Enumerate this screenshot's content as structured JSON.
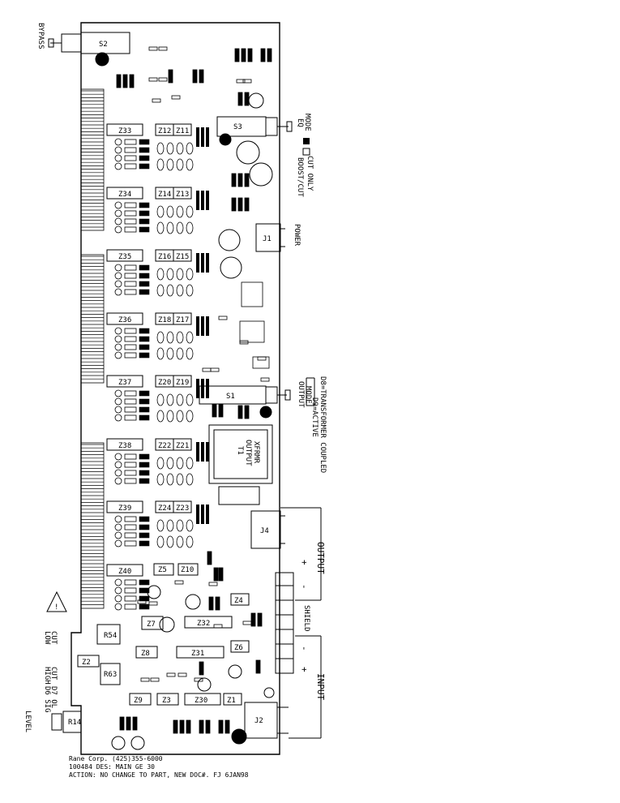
{
  "board": {
    "zeners_left": [
      "Z33",
      "Z34",
      "Z35",
      "Z36",
      "Z37",
      "Z38",
      "Z39",
      "Z40"
    ],
    "zener_pairs": [
      [
        "Z12",
        "Z11"
      ],
      [
        "Z14",
        "Z13"
      ],
      [
        "Z16",
        "Z15"
      ],
      [
        "Z18",
        "Z17"
      ],
      [
        "Z20",
        "Z19"
      ],
      [
        "Z22",
        "Z21"
      ],
      [
        "Z24",
        "Z23"
      ]
    ],
    "zeners_misc": [
      "Z5",
      "Z10",
      "Z4",
      "Z7",
      "Z32",
      "Z8",
      "Z31",
      "Z6",
      "Z2",
      "Z9",
      "Z3",
      "Z30",
      "Z1"
    ],
    "resistors": [
      "R54",
      "R63",
      "R14"
    ],
    "switches": [
      "S2",
      "S3",
      "S1"
    ],
    "jacks": [
      "J1",
      "J4",
      "J2"
    ],
    "transformer": {
      "designator": "T1",
      "line1": "OUTPUT",
      "line2": "XFRMR"
    }
  },
  "labels": {
    "bypass": "BYPASS",
    "eq_mode_1": "EQ",
    "eq_mode_2": "MODE",
    "cut_only": "CUT ONLY",
    "boost_cut": "BOOST/CUT",
    "power": "POWER",
    "output_mode_1": "OUTPUT",
    "output_mode_2": "MODE",
    "transformer_coupled": "D8=TRANSFORMER COUPLED",
    "active": "D9=ACTIVE",
    "output": "OUTPUT",
    "input": "INPUT",
    "shield": "SHIELD",
    "plus": "+",
    "minus": "-",
    "low_cut_1": "LOW",
    "low_cut_2": "CUT",
    "high_cut_1": "HIGH",
    "high_cut_2": "CUT",
    "d6_sig": "D6 SIG",
    "d7_ol": "D7 OL",
    "level": "LEVEL"
  },
  "footer": {
    "line1": "Rane Corp. (425)355-6000",
    "line2": "100484 DES: MAIN GE 30",
    "line3": "ACTION: NO CHANGE TO PART, NEW DOC#. FJ 6JAN98"
  }
}
